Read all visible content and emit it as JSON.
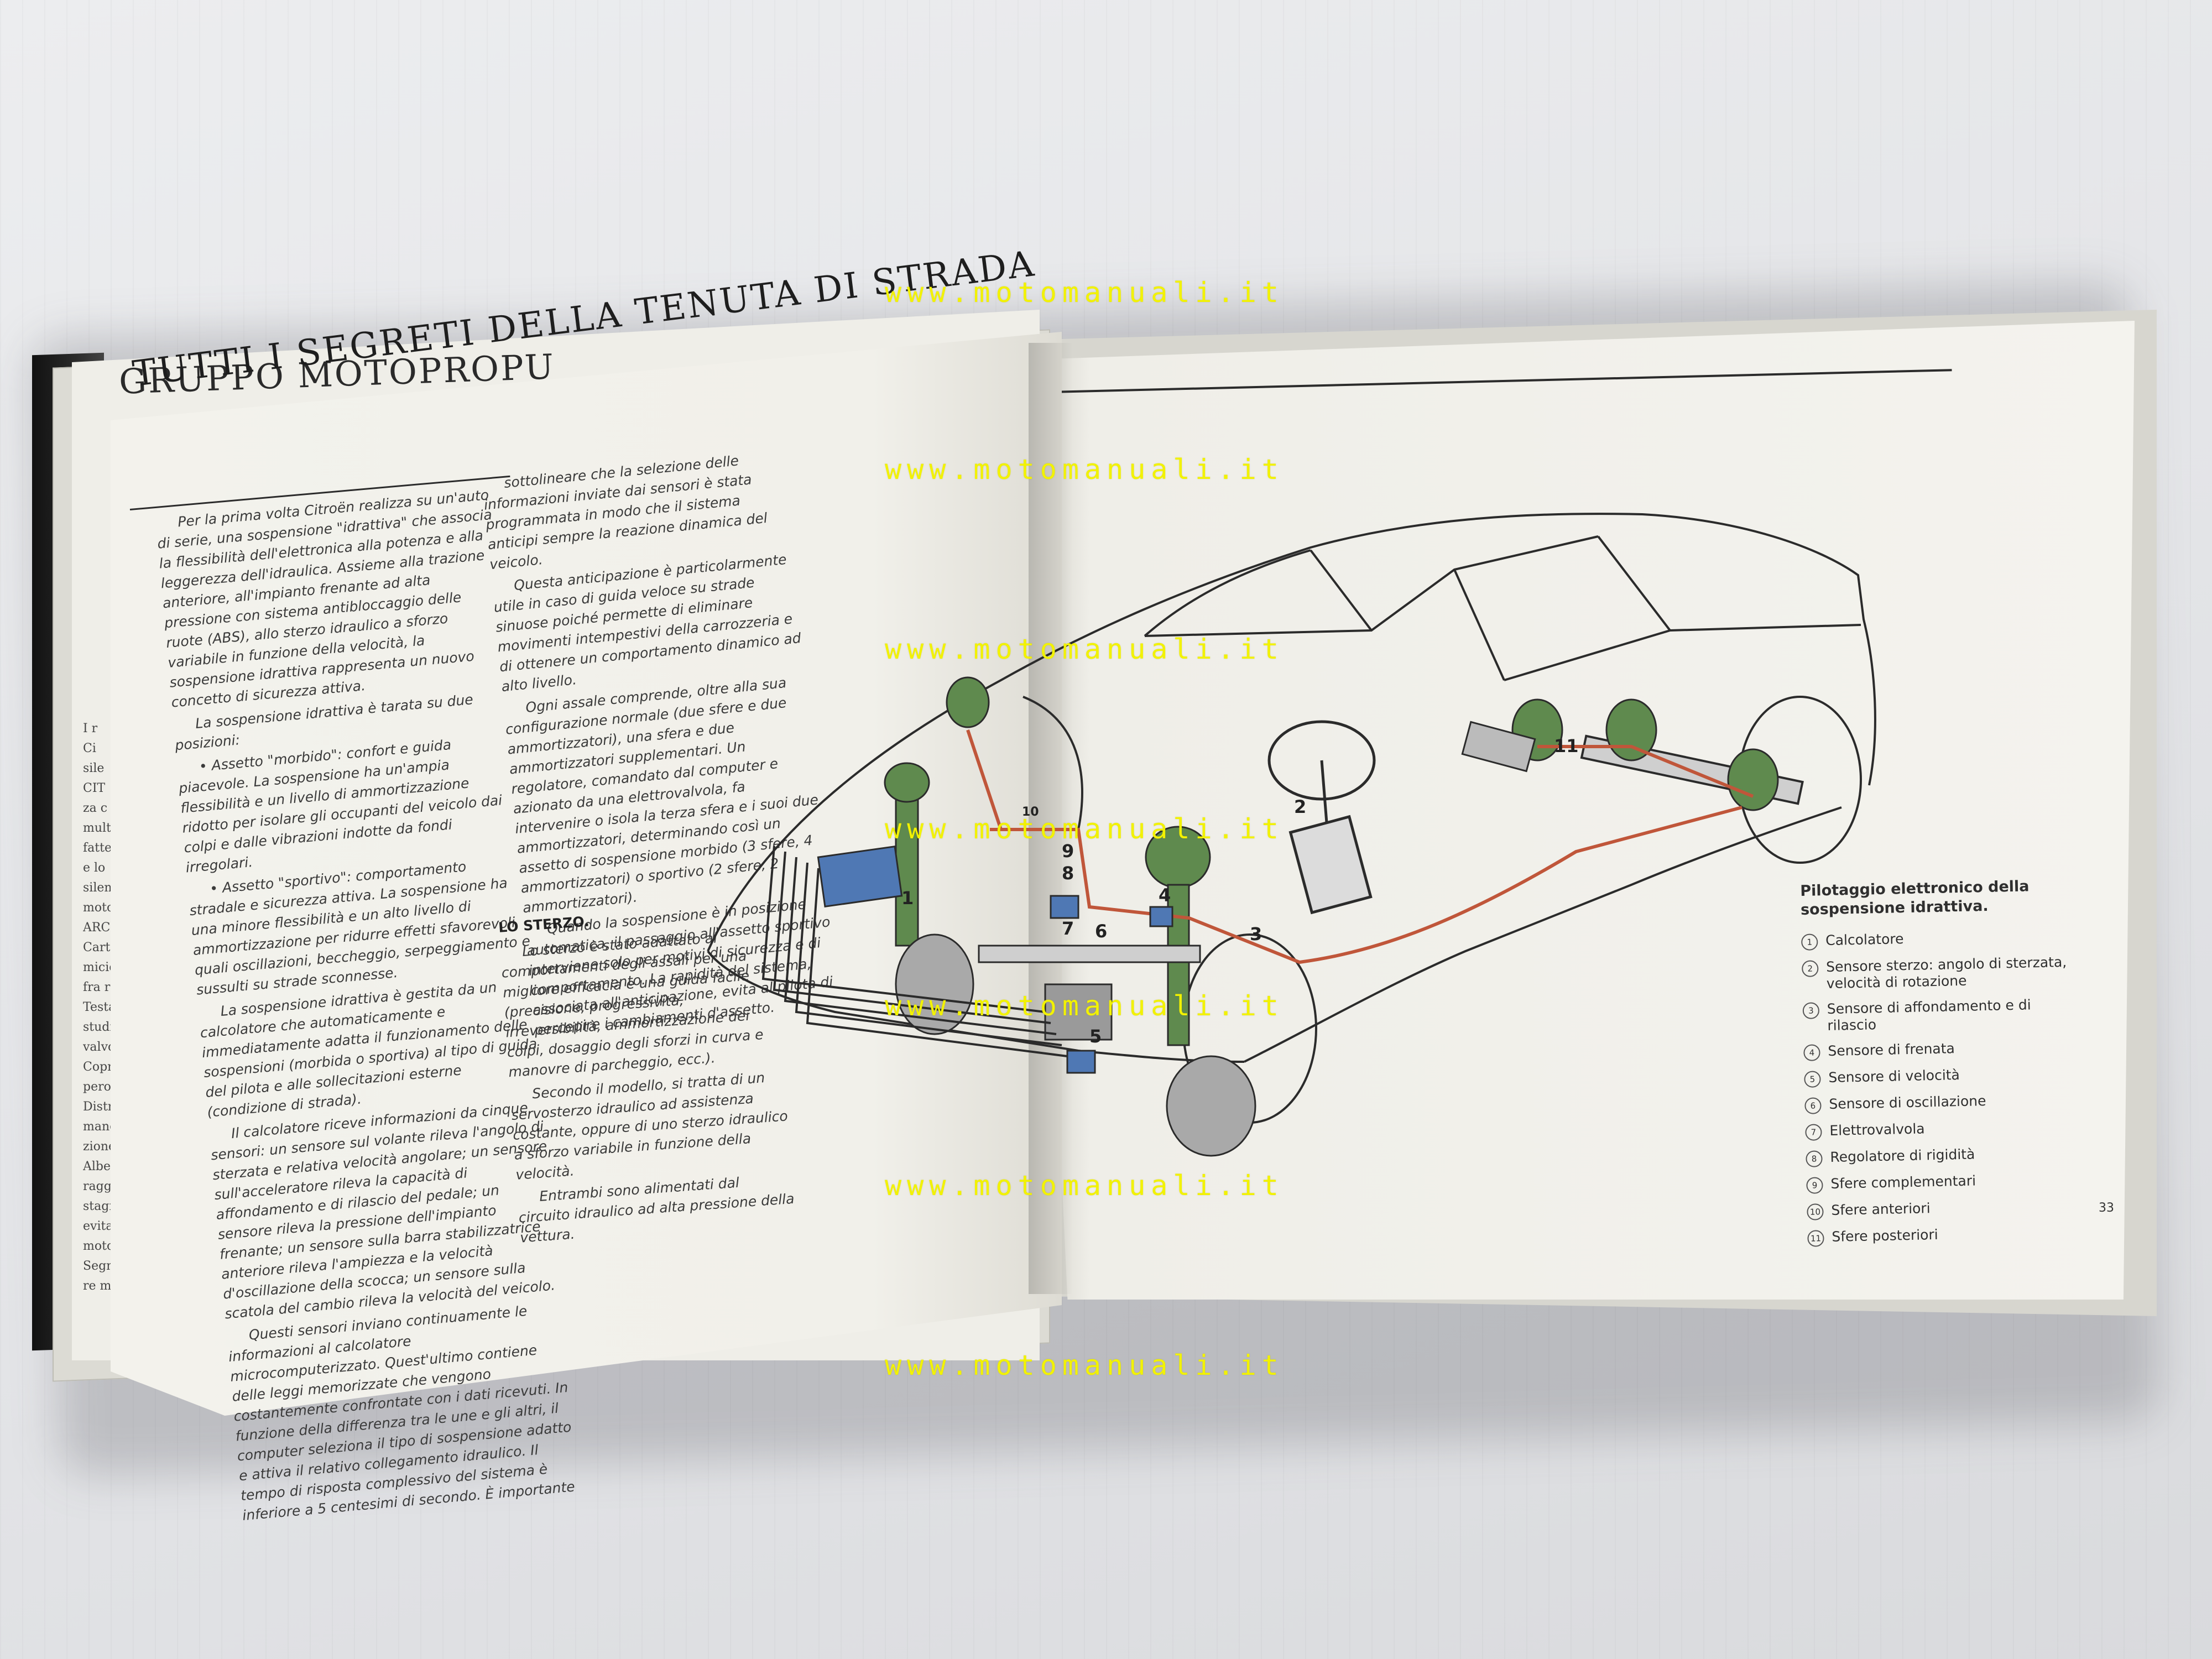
{
  "watermark": "www.motomanuali.it",
  "under_page": {
    "title": "GRUPPO MOTOPROPU",
    "fragments": [
      "I r",
      "Ci",
      "sile",
      "CIT",
      "za c",
      "mult",
      "fatte",
      "e lo",
      "silent",
      "moto",
      "ARCH",
      "Carte",
      "micie",
      "fra rig",
      "Testat",
      "studio",
      "valvole",
      "Coprit",
      "pero d'",
      "Distrib",
      "manda",
      "zione è",
      "Albero",
      "raggiunta",
      "stagna è c",
      "evita l'usu",
      "motore.",
      "Segmenti",
      "re molto a"
    ]
  },
  "left_page": {
    "title": "TUTTI I SEGRETI DELLA TENUTA DI STRADA",
    "col_a": [
      "Per la prima volta Citroën realizza su un'auto di serie, una sospensione \"idrattiva\" che associa la flessibilità dell'elettronica alla potenza e alla leggerezza dell'idraulica. Assieme alla trazione anteriore, all'impianto frenante ad alta pressione con sistema antibloccaggio delle ruote (ABS), allo sterzo idraulico a sforzo variabile in funzione della velocità, la sospensione idrattiva rappresenta un nuovo concetto di sicurezza attiva.",
      "La sospensione idrattiva è tarata su due posizioni:",
      "• Assetto \"morbido\": confort e guida piacevole. La sospensione ha un'ampia flessibilità e un livello di ammortizzazione ridotto per isolare gli occupanti del veicolo dai colpi e dalle vibrazioni indotte da fondi irregolari.",
      "• Assetto \"sportivo\": comportamento stradale e sicurezza attiva. La sospensione ha una minore flessibilità e un alto livello di ammortizzazione per ridurre effetti sfavorevoli quali oscillazioni, beccheggio, serpeggiamento e sussulti su strade sconnesse.",
      "La sospensione idrattiva è gestita da un calcolatore che automaticamente e immediatamente adatta il funzionamento delle sospensioni (morbida o sportiva) al tipo di guida del pilota e alle sollecitazioni esterne (condizione di strada).",
      "Il calcolatore riceve informazioni da cinque sensori: un sensore sul volante rileva l'angolo di sterzata e relativa velocità angolare; un sensore sull'acceleratore rileva la capacità di affondamento e di rilascio del pedale; un sensore rileva la pressione dell'impianto frenante; un sensore sulla barra stabilizzatrice anteriore rileva l'ampiezza e la velocità d'oscillazione della scocca; un sensore sulla scatola del cambio rileva la velocità del veicolo.",
      "Questi sensori inviano continuamente le informazioni al calcolatore microcomputerizzato. Quest'ultimo contiene delle leggi memorizzate che vengono costantemente confrontate con i dati ricevuti. In funzione della differenza tra le une e gli altri, il computer seleziona il tipo di sospensione adatto e attiva il relativo collegamento idraulico. Il tempo di risposta complessivo del sistema è inferiore a 5 centesimi di secondo. È importante"
    ],
    "col_b": [
      "sottolineare che la selezione delle informazioni inviate dai sensori è stata programmata in modo che il sistema anticipi sempre la reazione dinamica del veicolo.",
      "Questa anticipazione è particolarmente utile in caso di guida veloce su strade sinuose poiché permette di eliminare movimenti intempestivi della carrozzeria e di ottenere un comportamento dinamico ad alto livello.",
      "Ogni assale comprende, oltre alla sua configurazione normale (due sfere e due ammortizzatori), una sfera e due ammortizzatori supplementari. Un regolatore, comandato dal computer e azionato da una elettrovalvola, fa intervenire o isola la terza sfera e i suoi due ammortizzatori, determinando così un assetto di sospensione morbido (3 sfere, 4 ammortizzatori) o sportivo (2 sfere, 2 ammortizzatori).",
      "Quando la sospensione è in posizione automatica, il passaggio all'assetto sportivo interviene solo per motivi di sicurezza e di comportamento. La rapidità del sistema, associata all'anticipazione, evita al pilota di percepire i cambiamenti d'assetto."
    ],
    "col_c_heading": "LO STERZO.",
    "col_c": [
      "Lo sterzo è stato adattato ai comportamenti degli assali per una migliore efficacia e una guida facile (precisione, progressività, irreversibilità, ammortizzazione dei colpi, dosaggio degli sforzi in curva e manovre di parcheggio, ecc.).",
      "Secondo il modello, si tratta di un servosterzo idraulico ad assistenza costante, oppure di uno sterzo idraulico a sforzo variabile in funzione della velocità.",
      "Entrambi sono alimentati dal circuito idraulico ad alta pressione della vettura."
    ]
  },
  "diagram": {
    "callouts": [
      "1",
      "2",
      "3",
      "4",
      "5",
      "6",
      "7",
      "8",
      "9",
      "10",
      "11"
    ],
    "colors": {
      "hydraulic": "#c0563a",
      "sphere": "#5f8a4e",
      "module": "#4f78b4",
      "outline": "#2b2b2b"
    }
  },
  "legend": {
    "title": "Pilotaggio elettronico della sospensione idrattiva.",
    "items": [
      {
        "n": "1",
        "label": "Calcolatore"
      },
      {
        "n": "2",
        "label": "Sensore sterzo: angolo di sterzata, velocità di rotazione"
      },
      {
        "n": "3",
        "label": "Sensore di affondamento e di rilascio"
      },
      {
        "n": "4",
        "label": "Sensore di frenata"
      },
      {
        "n": "5",
        "label": "Sensore di velocità"
      },
      {
        "n": "6",
        "label": "Sensore di oscillazione"
      },
      {
        "n": "7",
        "label": "Elettrovalvola"
      },
      {
        "n": "8",
        "label": "Regolatore di rigidità"
      },
      {
        "n": "9",
        "label": "Sfere complementari"
      },
      {
        "n": "10",
        "label": "Sfere anteriori"
      },
      {
        "n": "11",
        "label": "Sfere posteriori"
      }
    ]
  },
  "page_number": "33"
}
